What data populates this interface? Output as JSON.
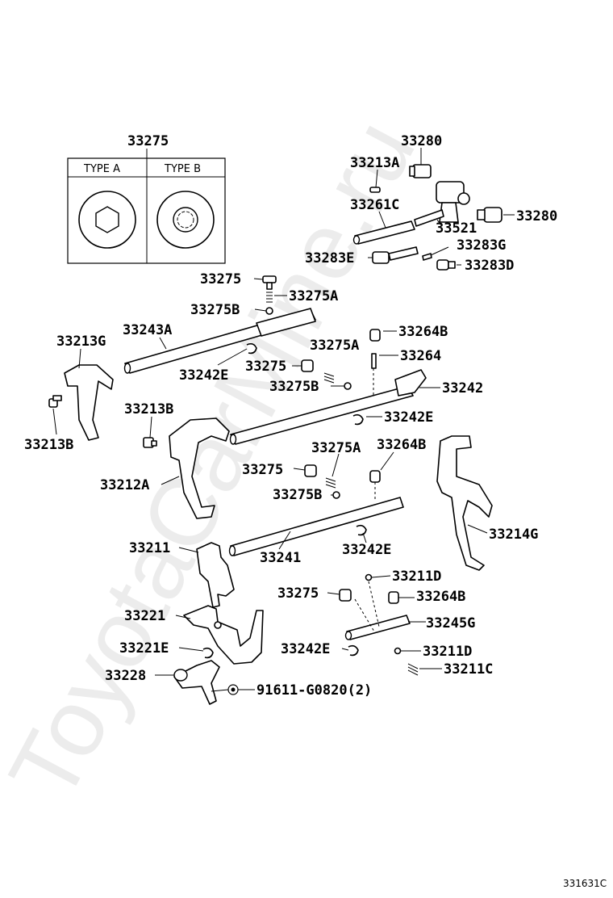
{
  "watermark": "ToyotaCarMine.ru",
  "figure_ref": "331631C",
  "type_box": {
    "part_number": "33275",
    "type_a": "TYPE A",
    "type_b": "TYPE B"
  },
  "labels": {
    "p33280_top": "33280",
    "p33213A": "33213A",
    "p33261C": "33261C",
    "p33280_right": "33280",
    "p33521": "33521",
    "p33283G": "33283G",
    "p33283E": "33283E",
    "p33283D": "33283D",
    "p33275_a": "33275",
    "p33275A_a": "33275A",
    "p33275B_a": "33275B",
    "p33213G": "33213G",
    "p33243A": "33243A",
    "p33242E_a": "33242E",
    "p33275A_b": "33275A",
    "p33264B_a": "33264B",
    "p33264": "33264",
    "p33275_b": "33275",
    "p33275B_b": "33275B",
    "p33242": "33242",
    "p33213B_a": "33213B",
    "p33242E_b": "33242E",
    "p33213B_b": "33213B",
    "p33275A_c": "33275A",
    "p33264B_b": "33264B",
    "p33275_c": "33275",
    "p33275B_c": "33275B",
    "p33212A": "33212A",
    "p33214G": "33214G",
    "p33211": "33211",
    "p33241": "33241",
    "p33242E_c": "33242E",
    "p33211D_a": "33211D",
    "p33275_d": "33275",
    "p33264B_c": "33264B",
    "p33221": "33221",
    "p33245G": "33245G",
    "p33221E": "33221E",
    "p33242E_d": "33242E",
    "p33211D_b": "33211D",
    "p33211C": "33211C",
    "p33228": "33228",
    "p91611": "91611-G0820(2)"
  }
}
